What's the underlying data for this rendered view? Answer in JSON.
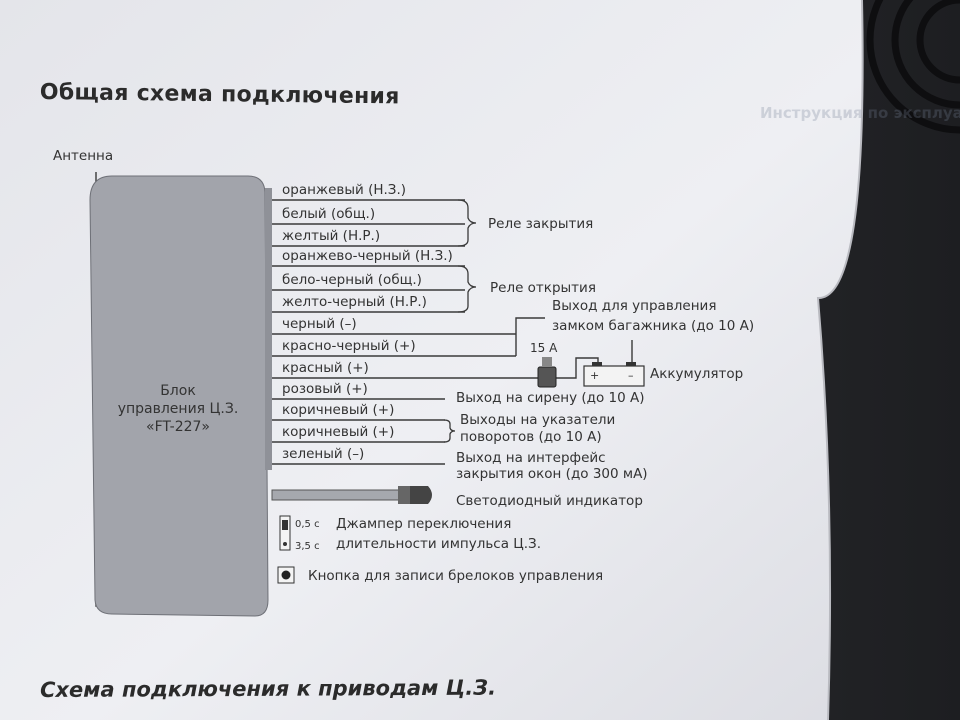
{
  "header": {
    "title": "Общая схема подключения",
    "bottom_title": "Схема подключения к приводам Ц.З."
  },
  "diagram": {
    "antenna_label": "Антенна",
    "block_label": [
      "Блок",
      "управления Ц.З.",
      "«FT-227»"
    ],
    "wires": [
      "оранжевый (Н.З.)",
      "белый (общ.)",
      "желтый (Н.Р.)",
      "оранжево-черный (Н.З.)",
      "бело-черный (общ.)",
      "желто-черный (Н.Р.)",
      "черный (–)",
      "красно-черный (+)",
      "красный (+)",
      "розовый (+)",
      "коричневый (+)",
      "коричневый (+)",
      "зеленый (–)"
    ],
    "relay_close_label": "Реле закрытия",
    "relay_open_label": "Реле открытия",
    "trunk_output_label": [
      "Выход  для управления",
      "замком багажника (до 10 А)"
    ],
    "fuse_label": "15 А",
    "battery_label": "Аккумулятор",
    "battery_plus": "+",
    "battery_minus": "–",
    "siren_output_label": "Выход   на сирену (до 10 А)",
    "turn_signals_label": [
      "Выходы на указатели",
      "поворотов (до 10 А)"
    ],
    "window_output_label": [
      "Выход  на интерфейс",
      "закрытия окон (до 300 мА)"
    ],
    "led_label": "Светодиодный индикатор",
    "jumper_options": [
      "0,5 с",
      "3,5 с"
    ],
    "jumper_label": [
      "Джампер переключения",
      "длительности импульса Ц.З."
    ],
    "button_label": "Кнопка для записи брелоков управления"
  },
  "background_text": [
    "Инструкция по эксплуатации",
    "... "
  ]
}
